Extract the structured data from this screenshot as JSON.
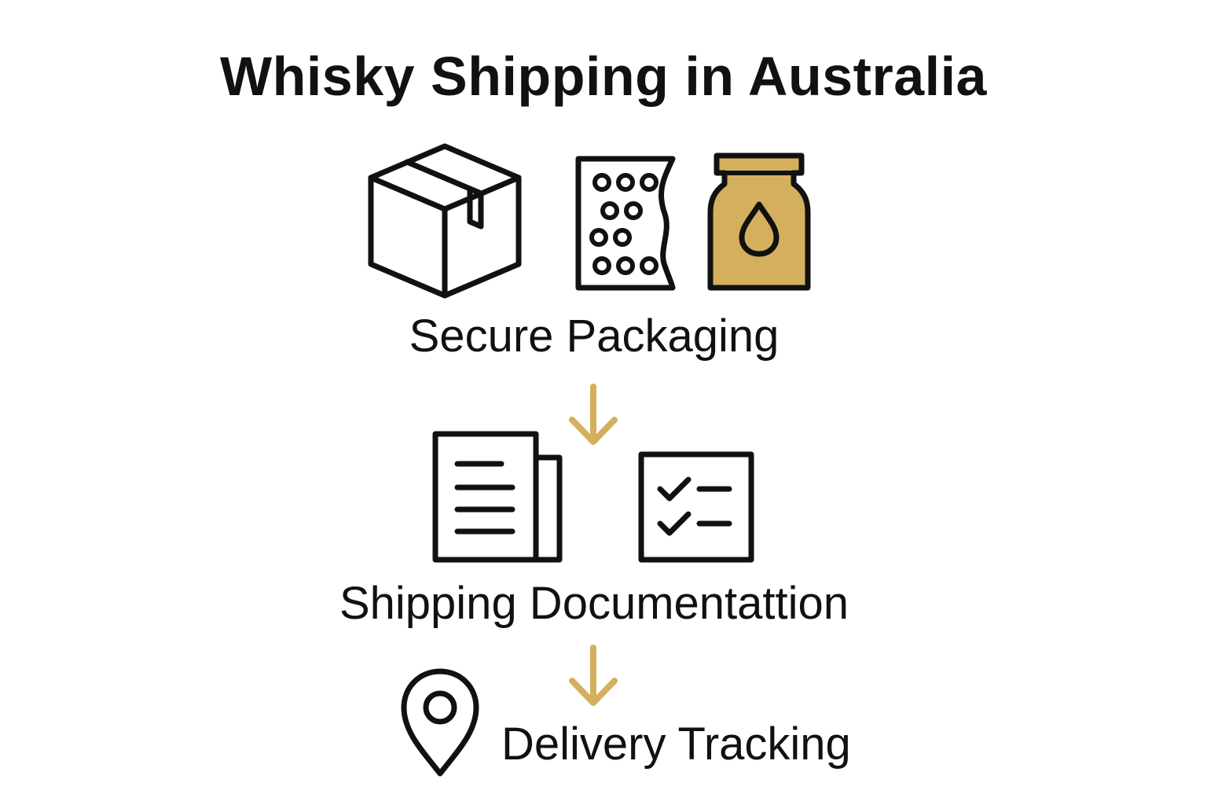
{
  "title": "Whisky Shipping in Australia",
  "steps": [
    {
      "label": "Secure Packaging",
      "icons": [
        "box-icon",
        "bubble-wrap-icon",
        "jar-icon"
      ]
    },
    {
      "label": "Shipping Documentattion",
      "icons": [
        "document-icon",
        "checklist-icon"
      ]
    },
    {
      "label": "Delivery Tracking",
      "icons": [
        "location-pin-icon"
      ]
    }
  ],
  "colors": {
    "text": "#111111",
    "accent": "#d4b05e",
    "background": "#ffffff"
  }
}
